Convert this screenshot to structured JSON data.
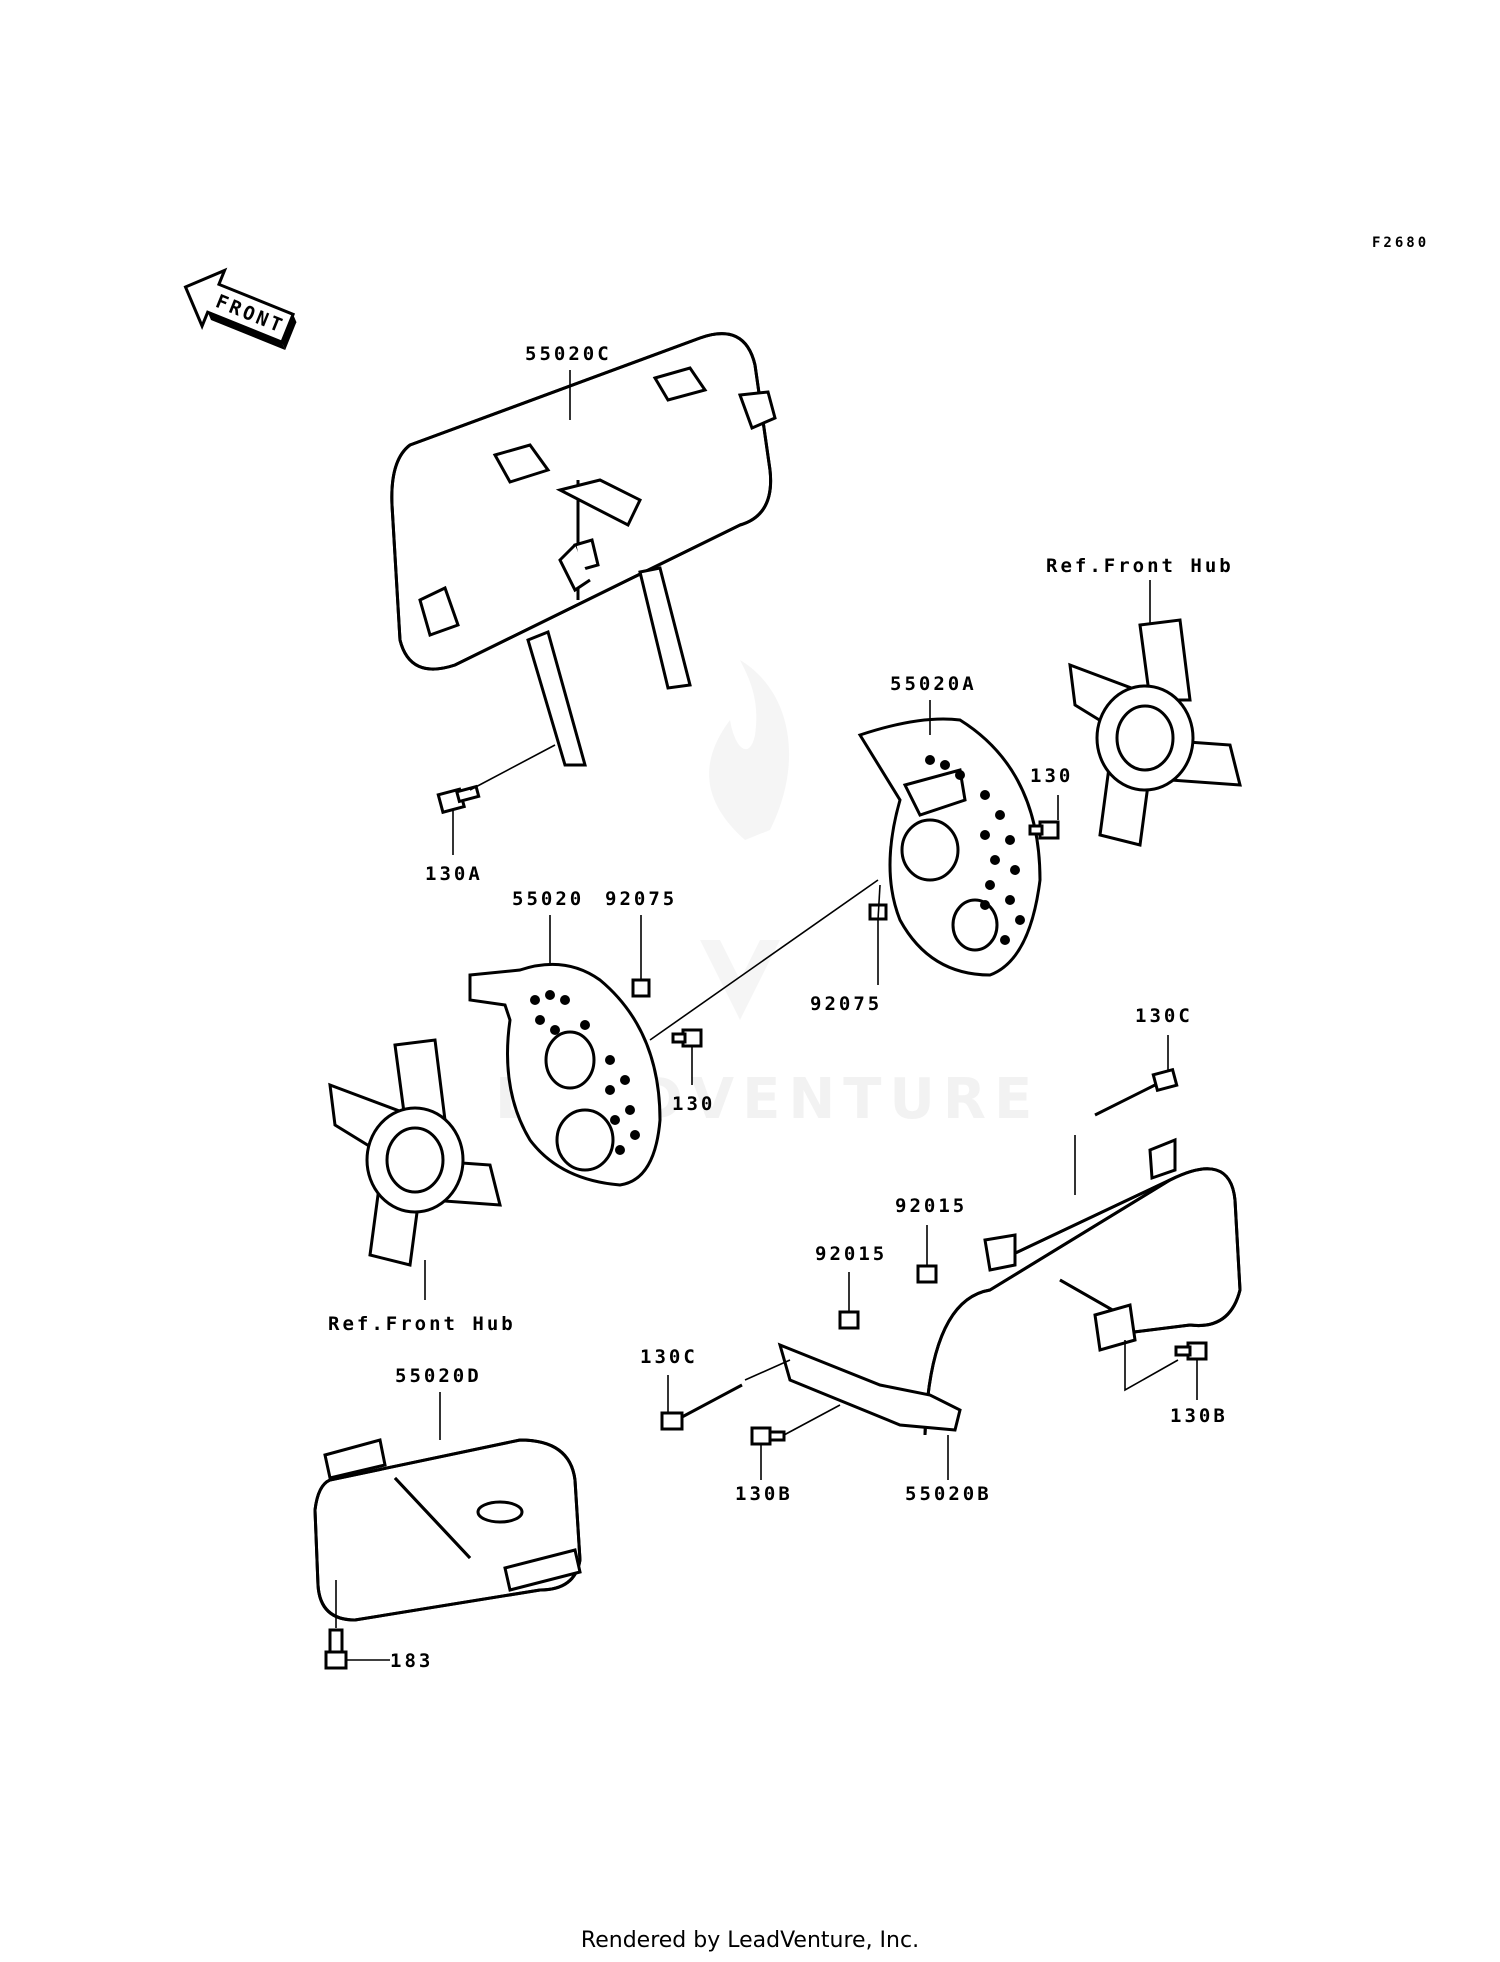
{
  "diagram": {
    "figure_code": "F2680",
    "front_label": "FRONT",
    "callouts": {
      "c55020C": "55020C",
      "c55020A": "55020A",
      "c55020": "55020",
      "c55020B": "55020B",
      "c55020D": "55020D",
      "c92075_left": "92075",
      "c92075_right": "92075",
      "c130_left": "130",
      "c130_right": "130",
      "c130A": "130A",
      "c130B_left": "130B",
      "c130B_right": "130B",
      "c130C_left": "130C",
      "c130C_right": "130C",
      "c92015_left": "92015",
      "c92015_right": "92015",
      "c183": "183",
      "ref_hub_top": "Ref.Front Hub",
      "ref_hub_bottom": "Ref.Front Hub"
    }
  },
  "footer": {
    "text": "Rendered by LeadVenture, Inc."
  }
}
